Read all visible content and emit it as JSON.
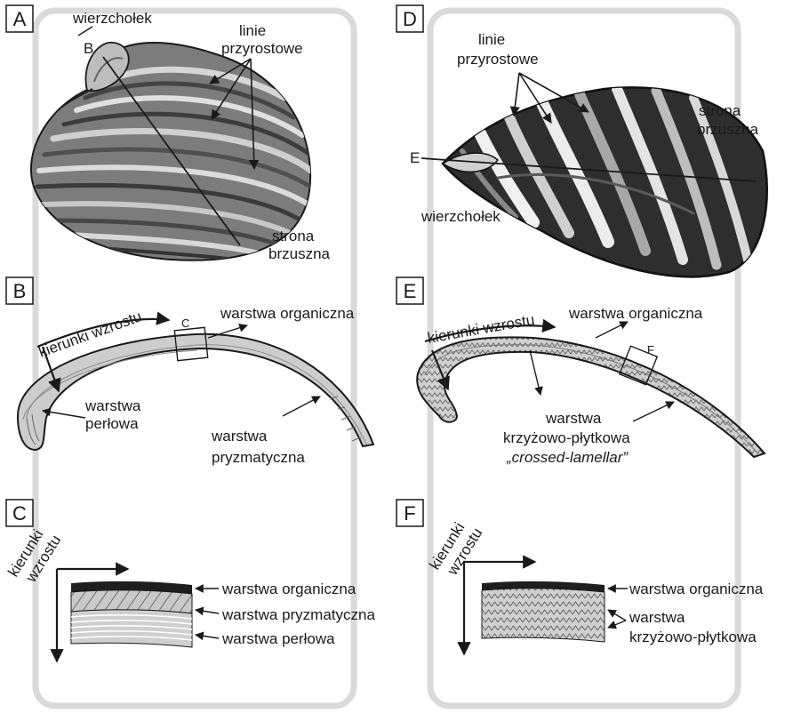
{
  "panels": {
    "a": {
      "letter": "A",
      "apex": "wierzchołek",
      "apex_marker": "B",
      "growth_lines_1": "linie",
      "growth_lines_2": "przyrostowe",
      "ventral_1": "strona",
      "ventral_2": "brzuszna"
    },
    "b": {
      "letter": "B",
      "growth_dir": "kierunki wzrostu",
      "marker": "C",
      "organic": "warstwa organiczna",
      "nacre_1": "warstwa",
      "nacre_2": "perłowa",
      "prism_1": "warstwa",
      "prism_2": "pryzmatyczna"
    },
    "c": {
      "letter": "C",
      "growth_1": "kierunki",
      "growth_2": "wzrostu",
      "organic": "warstwa organiczna",
      "prism": "warstwa pryzmatyczna",
      "nacre": "warstwa perłowa"
    },
    "d": {
      "letter": "D",
      "growth_lines_1": "linie",
      "growth_lines_2": "przyrostowe",
      "ventral_1": "strona",
      "ventral_2": "brzuszna",
      "marker": "E",
      "apex": "wierzchołek"
    },
    "e": {
      "letter": "E",
      "growth_dir": "kierunki wzrostu",
      "organic": "warstwa organiczna",
      "marker": "F",
      "cl_1": "warstwa",
      "cl_2": "krzyżowo-płytkowa",
      "cl_3": "„crossed-lamellar”"
    },
    "f": {
      "letter": "F",
      "growth_1": "kierunki",
      "growth_2": "wzrostu",
      "organic": "warstwa organiczna",
      "cl_1": "warstwa",
      "cl_2": "krzyżowo-płytkowa"
    }
  },
  "colors": {
    "frame": "#dadada",
    "ink": "#1a1a1a",
    "shell_dark": "#3a3a3a",
    "shell_mid": "#8a8a8a",
    "shell_light": "#d4d4d4"
  }
}
